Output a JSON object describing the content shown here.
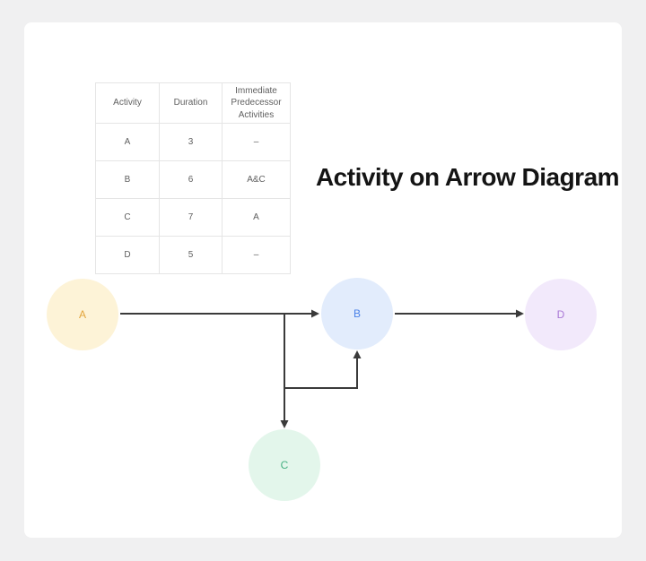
{
  "title": "Activity on Arrow Diagram",
  "colors": {
    "page_bg": "#f0f0f1",
    "canvas_bg": "#ffffff",
    "arrow": "#3a3a3a",
    "table_border": "#e5e5e5",
    "table_text": "#5f5f5f",
    "title_text": "#141414"
  },
  "table": {
    "headers": [
      "Activity",
      "Duration",
      "Immediate Predecessor Activities"
    ],
    "rows": [
      [
        "A",
        "3",
        "–"
      ],
      [
        "B",
        "6",
        "A&C"
      ],
      [
        "C",
        "7",
        "A"
      ],
      [
        "D",
        "5",
        "–"
      ]
    ]
  },
  "diagram": {
    "nodes": {
      "a": {
        "label": "A",
        "fill": "#fdf3d7",
        "label_color": "#e2a43b"
      },
      "b": {
        "label": "B",
        "fill": "#e2ecfc",
        "label_color": "#4b82e8"
      },
      "c": {
        "label": "C",
        "fill": "#e3f6eb",
        "label_color": "#47b183"
      },
      "d": {
        "label": "D",
        "fill": "#f2e9fb",
        "label_color": "#aa7ad6"
      }
    },
    "edges": [
      {
        "from": "A",
        "to": "B"
      },
      {
        "from": "A–B line",
        "to": "C"
      },
      {
        "from": "A–C line",
        "to": "B"
      },
      {
        "from": "B",
        "to": "D"
      }
    ]
  }
}
